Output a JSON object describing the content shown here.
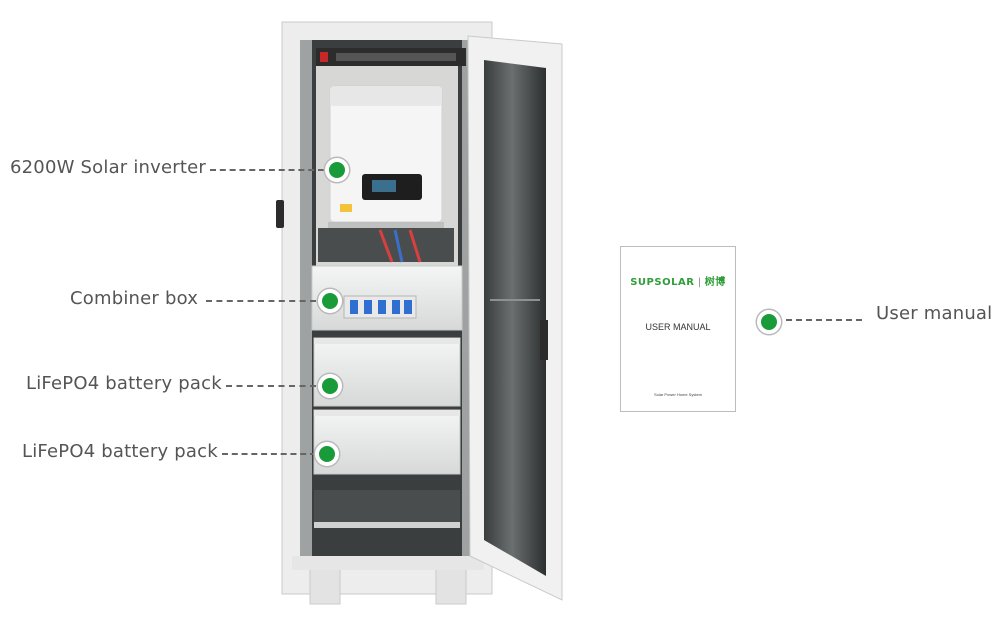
{
  "callouts": {
    "inverter": "6200W Solar inverter",
    "combiner": "Combiner box",
    "battery_1": "LiFePO4 battery pack",
    "battery_2": "LiFePO4 battery pack",
    "manual": "User manual"
  },
  "manual": {
    "brand": "SUPSOLAR",
    "brand_separator": "|",
    "brand_cn": "树博",
    "title": "USER MANUAL",
    "footer": "Solar Power Home System"
  },
  "colors": {
    "accent_green": "#1a9b3a",
    "brand_green": "#2f9e3a",
    "label_gray": "#555555"
  }
}
